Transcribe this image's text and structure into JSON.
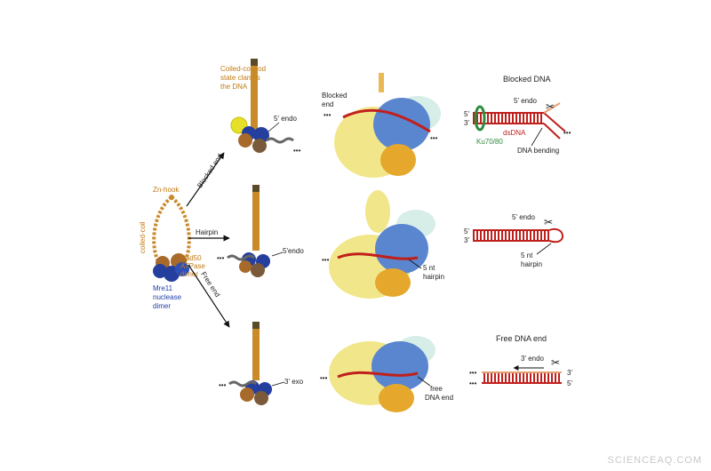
{
  "left_model": {
    "zn_hook": "Zn-hook",
    "coiled_coil": "coiled-coil",
    "rad50_line1": "Rad50",
    "rad50_line2": "ATPase",
    "rad50_line3": "dimer",
    "mre11_line1": "Mre11",
    "mre11_line2": "nuclease",
    "mre11_line3": "dimer"
  },
  "arrows": {
    "blocked": "Blocked end",
    "hairpin": "Hairpin",
    "free": "Free end"
  },
  "row1": {
    "clamp_line1": "Coiled-coil rod",
    "clamp_line2": "state clamps",
    "clamp_line3": "the DNA",
    "endo": "5' endo",
    "blocked_line1": "Blocked",
    "blocked_line2": "end",
    "title": "Blocked DNA",
    "five_prime": "5'",
    "three_prime": "3'",
    "endo_right": "5' endo",
    "dsdna": "dsDNA",
    "ku": "Ku70/80",
    "bending": "DNA bending"
  },
  "row2": {
    "endo": "5'endo",
    "nt_line1": "5 nt",
    "nt_line2": "hairpin",
    "endo_right": "5' endo",
    "five_prime": "5'",
    "three_prime": "3'",
    "nt_right1": "5 nt",
    "nt_right2": "hairpin"
  },
  "row3": {
    "exo": "3' exo",
    "free_line1": "free",
    "free_line2": "DNA end",
    "title": "Free DNA end",
    "endo_right": "3' endo",
    "three_prime": "3'",
    "five_prime": "5'"
  },
  "ellipsis": "•••",
  "watermark": "SCIENCEAQ.COM",
  "colors": {
    "coil": "#c98a2a",
    "rad50": "#a86a2a",
    "mre11": "#243f9e",
    "dna_red": "#c0201c",
    "ku": "#2e8b3e",
    "zinc": "#e6e02a",
    "cryo_yellow": "#f2e68a",
    "cryo_blue": "#5a86cf",
    "cryo_orange": "#e5a72c"
  }
}
